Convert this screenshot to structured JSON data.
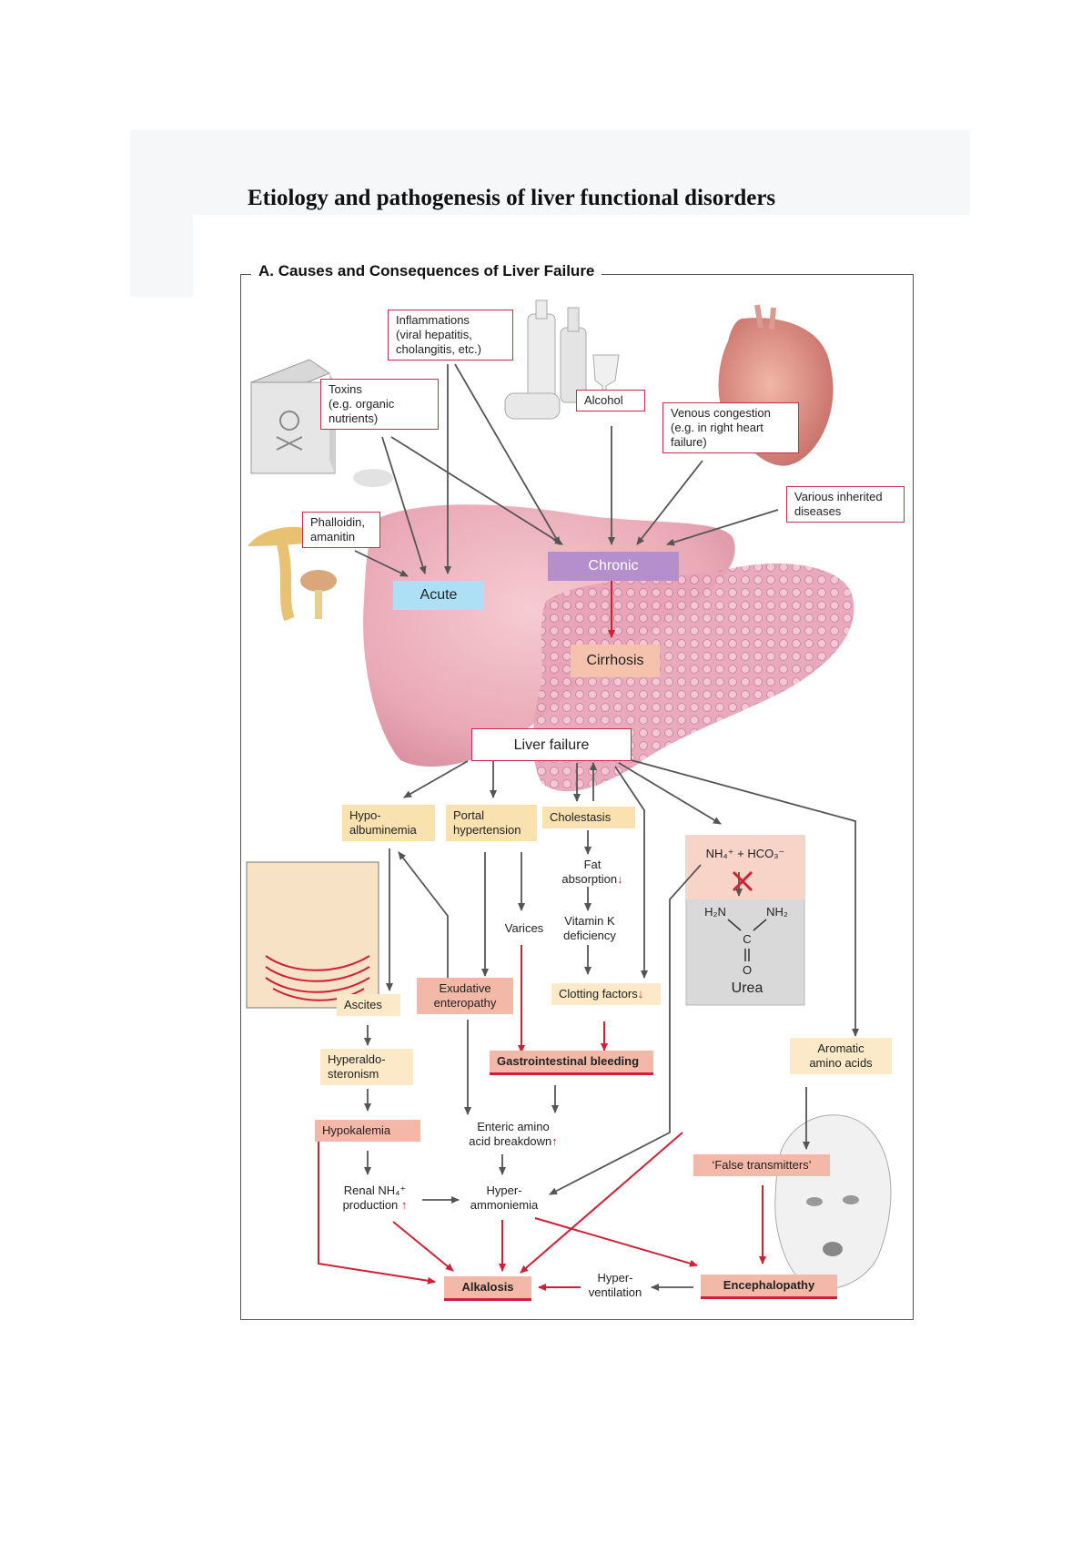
{
  "page_title": "Etiology and pathogenesis of liver functional disorders",
  "panel_title": "A. Causes and Consequences of Liver Failure",
  "causes": {
    "inflammations": [
      "Inflammations",
      "(viral hepatitis,",
      "cholangitis, etc.)"
    ],
    "toxins": [
      "Toxins",
      "(e.g. organic",
      "nutrients)"
    ],
    "alcohol": "Alcohol",
    "venous": [
      "Venous congestion",
      "(e.g. in right heart",
      "failure)"
    ],
    "inherited": [
      "Various inherited",
      "diseases"
    ],
    "phalloidin": [
      "Phalloidin,",
      "amanitin"
    ]
  },
  "stages": {
    "acute": "Acute",
    "chronic": "Chronic",
    "cirrhosis": "Cirrhosis",
    "liver_failure": "Liver failure"
  },
  "consequences": {
    "hypoalbuminemia": [
      "Hypo-",
      "albuminemia"
    ],
    "portal": [
      "Portal",
      "hypertension"
    ],
    "cholestasis": "Cholestasis",
    "fat_absorption": [
      "Fat",
      "absorption"
    ],
    "vitamin_k": [
      "Vitamin K",
      "deficiency"
    ],
    "varices": "Varices",
    "clotting": "Clotting factors",
    "ascites": "Ascites",
    "exudative": [
      "Exudative",
      "enteropathy"
    ],
    "gi_bleeding": "Gastrointestinal bleeding",
    "hyperaldo": [
      "Hyperaldo-",
      "steronism"
    ],
    "hypokalemia": "Hypokalemia",
    "enteric": [
      "Enteric amino",
      "acid breakdown"
    ],
    "renal": [
      "Renal NH₄⁺",
      "production"
    ],
    "hyperammonemia": [
      "Hyper-",
      "ammoniemia"
    ],
    "alkalosis": "Alkalosis",
    "hyperventilation": [
      "Hyper-",
      "ventilation"
    ],
    "encephalopathy": "Encephalopathy",
    "aromatic": [
      "Aromatic",
      "amino acids"
    ],
    "false_transmitters": "‘False transmitters’"
  },
  "urea_box": {
    "reaction": "NH₄⁺ + HCO₃⁻",
    "h2n": "H₂N",
    "nh2": "NH₂",
    "c": "C",
    "o": "O",
    "label": "Urea"
  },
  "markers": {
    "down": "↓",
    "up": "↑"
  },
  "colors": {
    "red": "#d11f35",
    "arrow_gray": "#555555",
    "acute": "#aee0f5",
    "chronic": "#b48fcc"
  }
}
